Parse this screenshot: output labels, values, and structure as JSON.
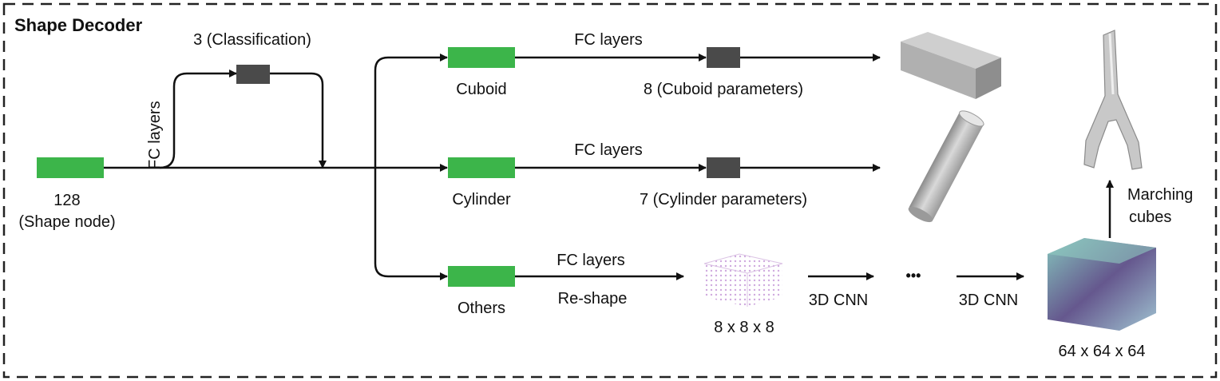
{
  "title": "Shape Decoder",
  "input": {
    "size": "128",
    "name": "(Shape node)",
    "edge_label": "FC layers"
  },
  "classification": {
    "label": "3 (Classification)"
  },
  "branches": {
    "cuboid": {
      "label": "Cuboid",
      "edge_label": "FC layers",
      "output_label": "8 (Cuboid parameters)"
    },
    "cylinder": {
      "label": "Cylinder",
      "edge_label": "FC layers",
      "output_label": "7 (Cylinder parameters)"
    },
    "others": {
      "label": "Others",
      "edge_label_top": "FC layers",
      "edge_label_bottom": "Re-shape",
      "volume_small": "8 x 8 x 8",
      "cnn_label_1": "3D CNN",
      "ellipsis": "•••",
      "cnn_label_2": "3D CNN",
      "volume_large": "64 x 64 x 64",
      "marching_line1": "Marching",
      "marching_line2": "cubes"
    }
  },
  "colors": {
    "node_green": "#3cb54a",
    "param_box": "#4a4a4a",
    "line": "#111111",
    "shape_gray": "#b3b3b3"
  }
}
